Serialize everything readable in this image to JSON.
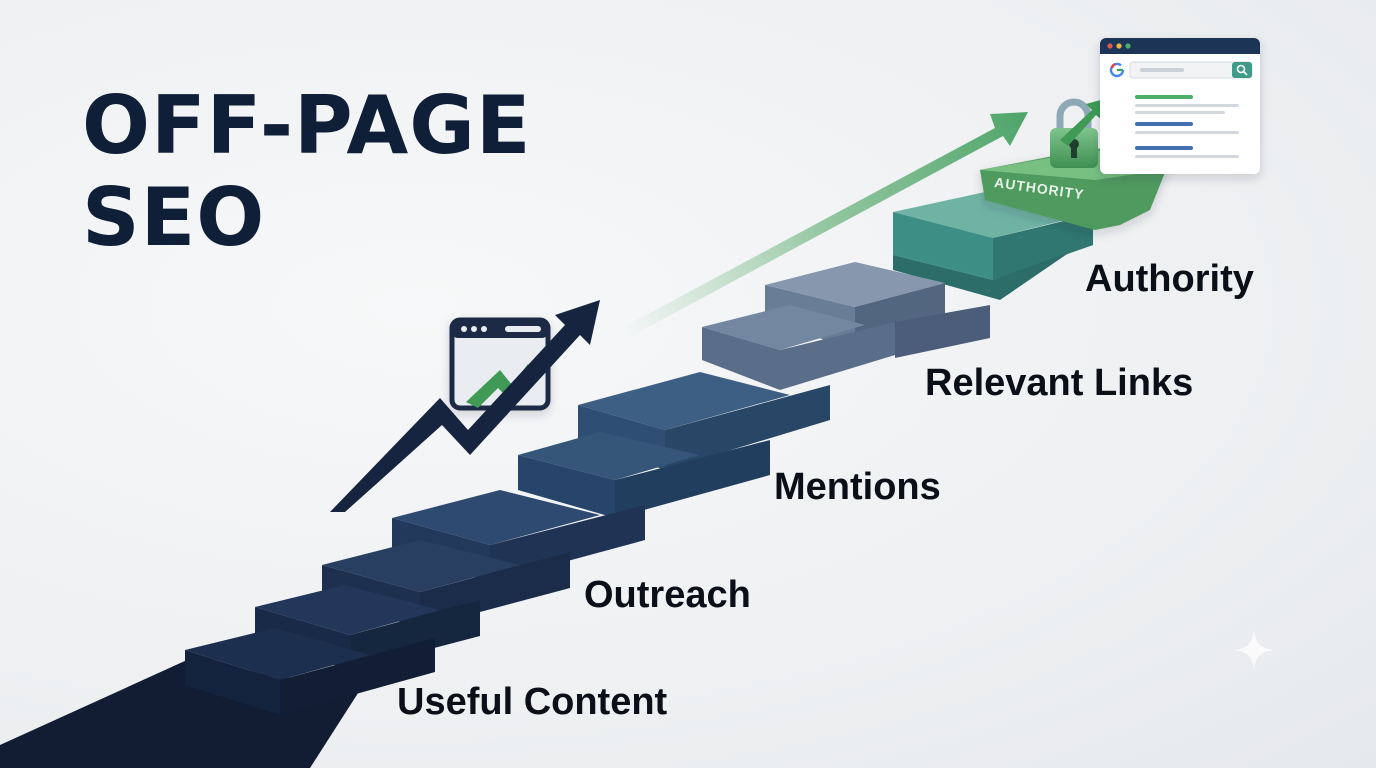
{
  "title": {
    "line1": "OFF-PAGE",
    "line2": "SEO"
  },
  "steps": [
    {
      "label": "Useful Content"
    },
    {
      "label": "Outreach"
    },
    {
      "label": "Mentions"
    },
    {
      "label": "Relevant Links"
    },
    {
      "label": "Authority"
    }
  ],
  "stamp_label": "AUTHORITY",
  "icons": {
    "chart_window": "browser-window-with-trend-icon",
    "lock": "padlock-icon",
    "search_results": "search-results-browser-icon",
    "sparkle": "sparkle-icon"
  },
  "colors": {
    "background": "#eef0f2",
    "title": "#0f1f38",
    "step_dark": "#16233f",
    "step_mid": "#2b4a6e",
    "step_slate": "#5d7290",
    "step_teal": "#3a8f86",
    "accent_green": "#3f9a55"
  }
}
